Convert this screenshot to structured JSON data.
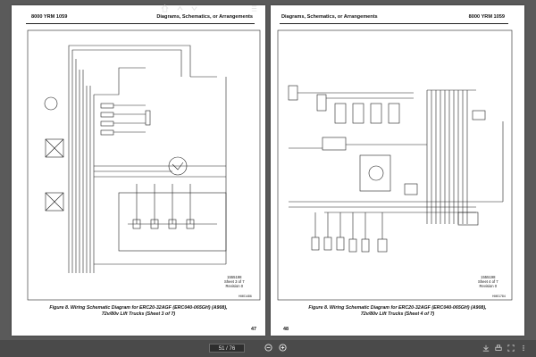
{
  "left_page": {
    "header_left": "8000 YRM 1059",
    "header_right": "Diagrams, Schematics, or Arrangements",
    "caption_line1": "Figure 8.  Wiring Schematic Diagram for ERC20-32AGF (ERC040-065GH) (A908),",
    "caption_line2": "72v/80v Lift Trucks (Sheet 3 of 7)",
    "page_number": "47",
    "sheet_number": "1555198",
    "sheet_of": "Sheet 3 of 7",
    "revision": "Revision 0",
    "code": "HM01486"
  },
  "right_page": {
    "header_left": "Diagrams, Schematics, or Arrangements",
    "header_right": "8000 YRM 1059",
    "caption_line1": "Figure 8.  Wiring Schematic Diagram for ERC20-32AGF (ERC040-065GH) (A908),",
    "caption_line2": "72v/80v Lift Trucks (Sheet 4 of 7)",
    "page_number": "48",
    "sheet_number": "1555198",
    "sheet_of": "Sheet 4 of 7",
    "revision": "Revision 0",
    "code": "HM01784"
  },
  "toolbar": {
    "page_indicator": "51 / 76",
    "icons": [
      "home-icon",
      "page-up-icon",
      "page-down-icon",
      "end-icon",
      "zoom-out-icon",
      "zoom-in-icon"
    ]
  }
}
